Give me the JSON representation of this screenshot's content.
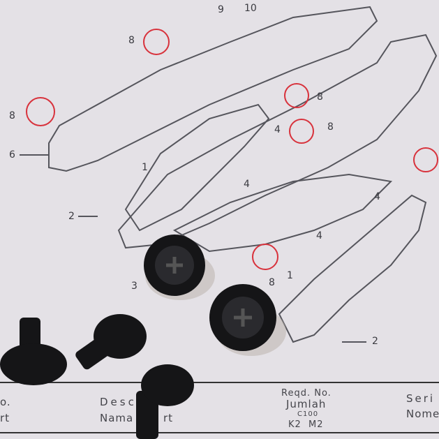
{
  "diagram": {
    "callouts": [
      "9",
      "10",
      "8",
      "8",
      "6",
      "1",
      "8",
      "8",
      "4",
      "4",
      "2",
      "4",
      "4",
      "3",
      "8",
      "1",
      "2"
    ]
  },
  "table": {
    "col_no_top": "o.",
    "col_no_bottom": "rt",
    "col_desc_top": "Desc",
    "col_desc_bottom": "Nama",
    "col_desc_bottom_tail": "rt",
    "reqd_no": "Reqd. No.",
    "jumlah": "Jumlah",
    "model": "C100",
    "variants": "K2  M2",
    "serial_top": "Seri",
    "serial_bottom": "Nome"
  },
  "colors": {
    "paper": "#e4e1e6",
    "ink": "#3a3a40",
    "highlight": "#d8323c",
    "screw": "#151517"
  }
}
